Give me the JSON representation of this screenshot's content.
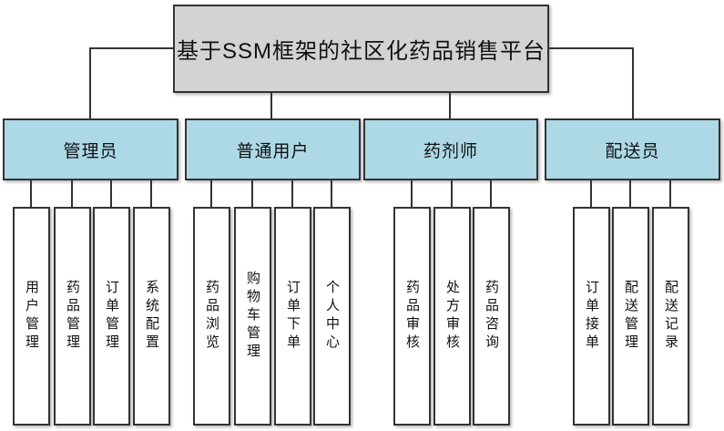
{
  "diagram": {
    "title": "基于SSM框架的社区化药品销售平台",
    "colors": {
      "root_fill": "#d3d3d3",
      "role_fill": "#add8e6",
      "leaf_fill": "#ffffff",
      "line": "#333333",
      "background": "#ffffff"
    },
    "roles": [
      {
        "label": "管理员",
        "leaves": [
          "用户管理",
          "药品管理",
          "订单管理",
          "系统配置"
        ]
      },
      {
        "label": "普通用户",
        "leaves": [
          "药品浏览",
          "购物车管理",
          "订单下单",
          "个人中心"
        ]
      },
      {
        "label": "药剂师",
        "leaves": [
          "药品审核",
          "处方审核",
          "药品咨询"
        ]
      },
      {
        "label": "配送员",
        "leaves": [
          "订单接单",
          "配送管理",
          "配送记录"
        ]
      }
    ]
  }
}
